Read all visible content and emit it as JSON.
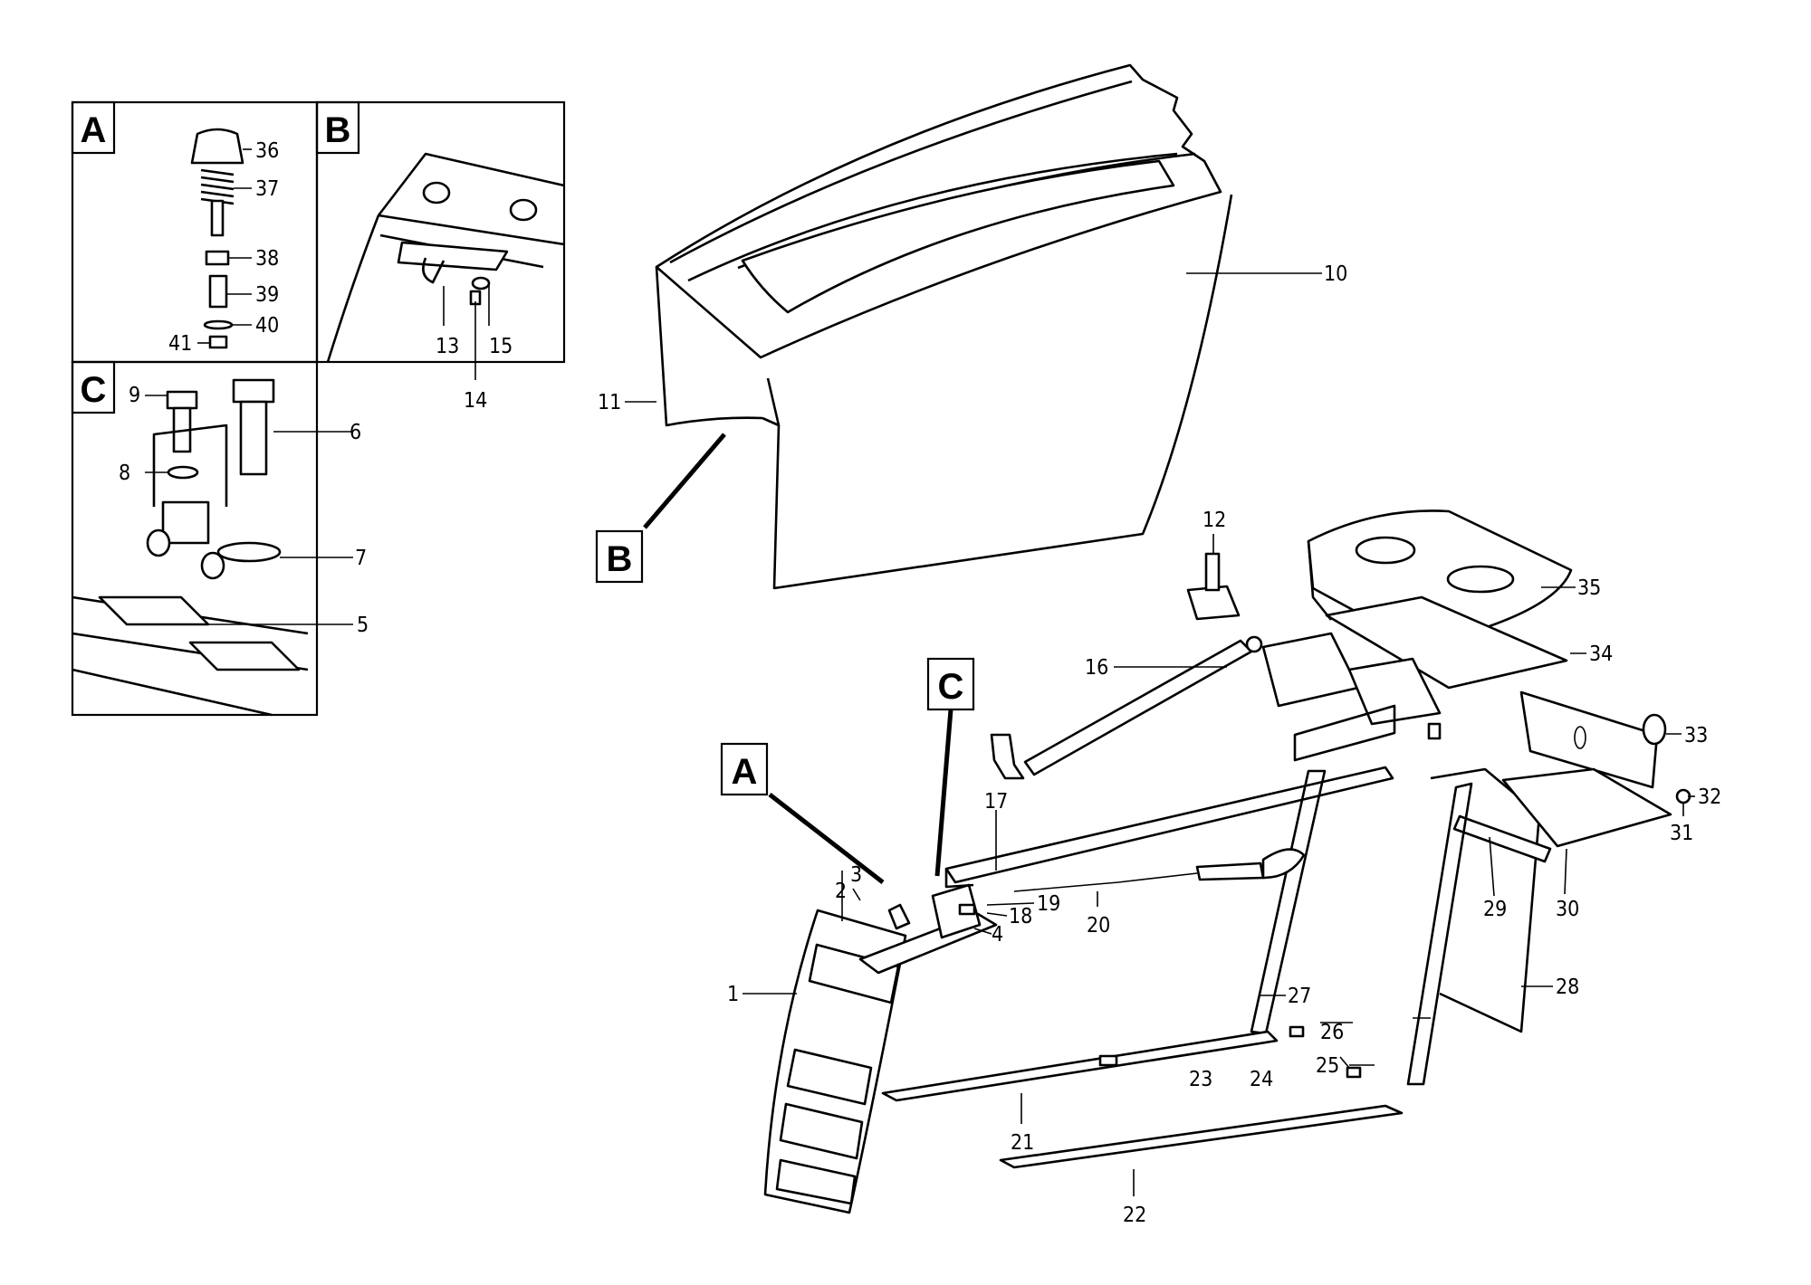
{
  "detail_views": [
    {
      "letter": "A"
    },
    {
      "letter": "B"
    },
    {
      "letter": "C"
    }
  ],
  "callouts": [
    {
      "letter": "B"
    },
    {
      "letter": "C"
    },
    {
      "letter": "A"
    }
  ],
  "part_numbers": [
    "1",
    "2",
    "3",
    "4",
    "5",
    "6",
    "7",
    "8",
    "9",
    "10",
    "11",
    "12",
    "13",
    "14",
    "15",
    "16",
    "17",
    "18",
    "19",
    "20",
    "21",
    "22",
    "23",
    "24",
    "25",
    "26",
    "27",
    "28",
    "29",
    "30",
    "31",
    "32",
    "33",
    "34",
    "35",
    "36",
    "37",
    "38",
    "39",
    "40",
    "41"
  ]
}
